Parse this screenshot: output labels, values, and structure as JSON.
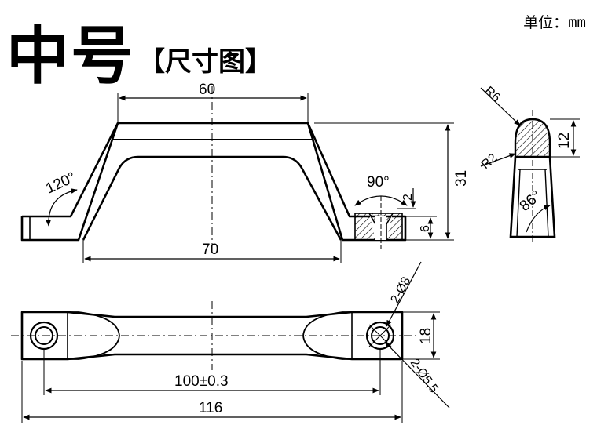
{
  "title": {
    "main": "中号",
    "sub": "【尺寸图】"
  },
  "unit_label": "单位：mm",
  "dimensions": {
    "top_width": "60",
    "inner_width": "70",
    "height": "31",
    "angle_left": "120°",
    "angle_hole": "90°",
    "recess_depth": "2",
    "base_thickness": "6",
    "radius_top": "R6",
    "radius_bottom": "R2",
    "section_height": "12",
    "section_angle": "86°",
    "counterbore": "2-Ø8",
    "width": "18",
    "hole_spacing": "100±0.3",
    "hole_dia": "2-Ø5,5",
    "total_length": "116"
  }
}
